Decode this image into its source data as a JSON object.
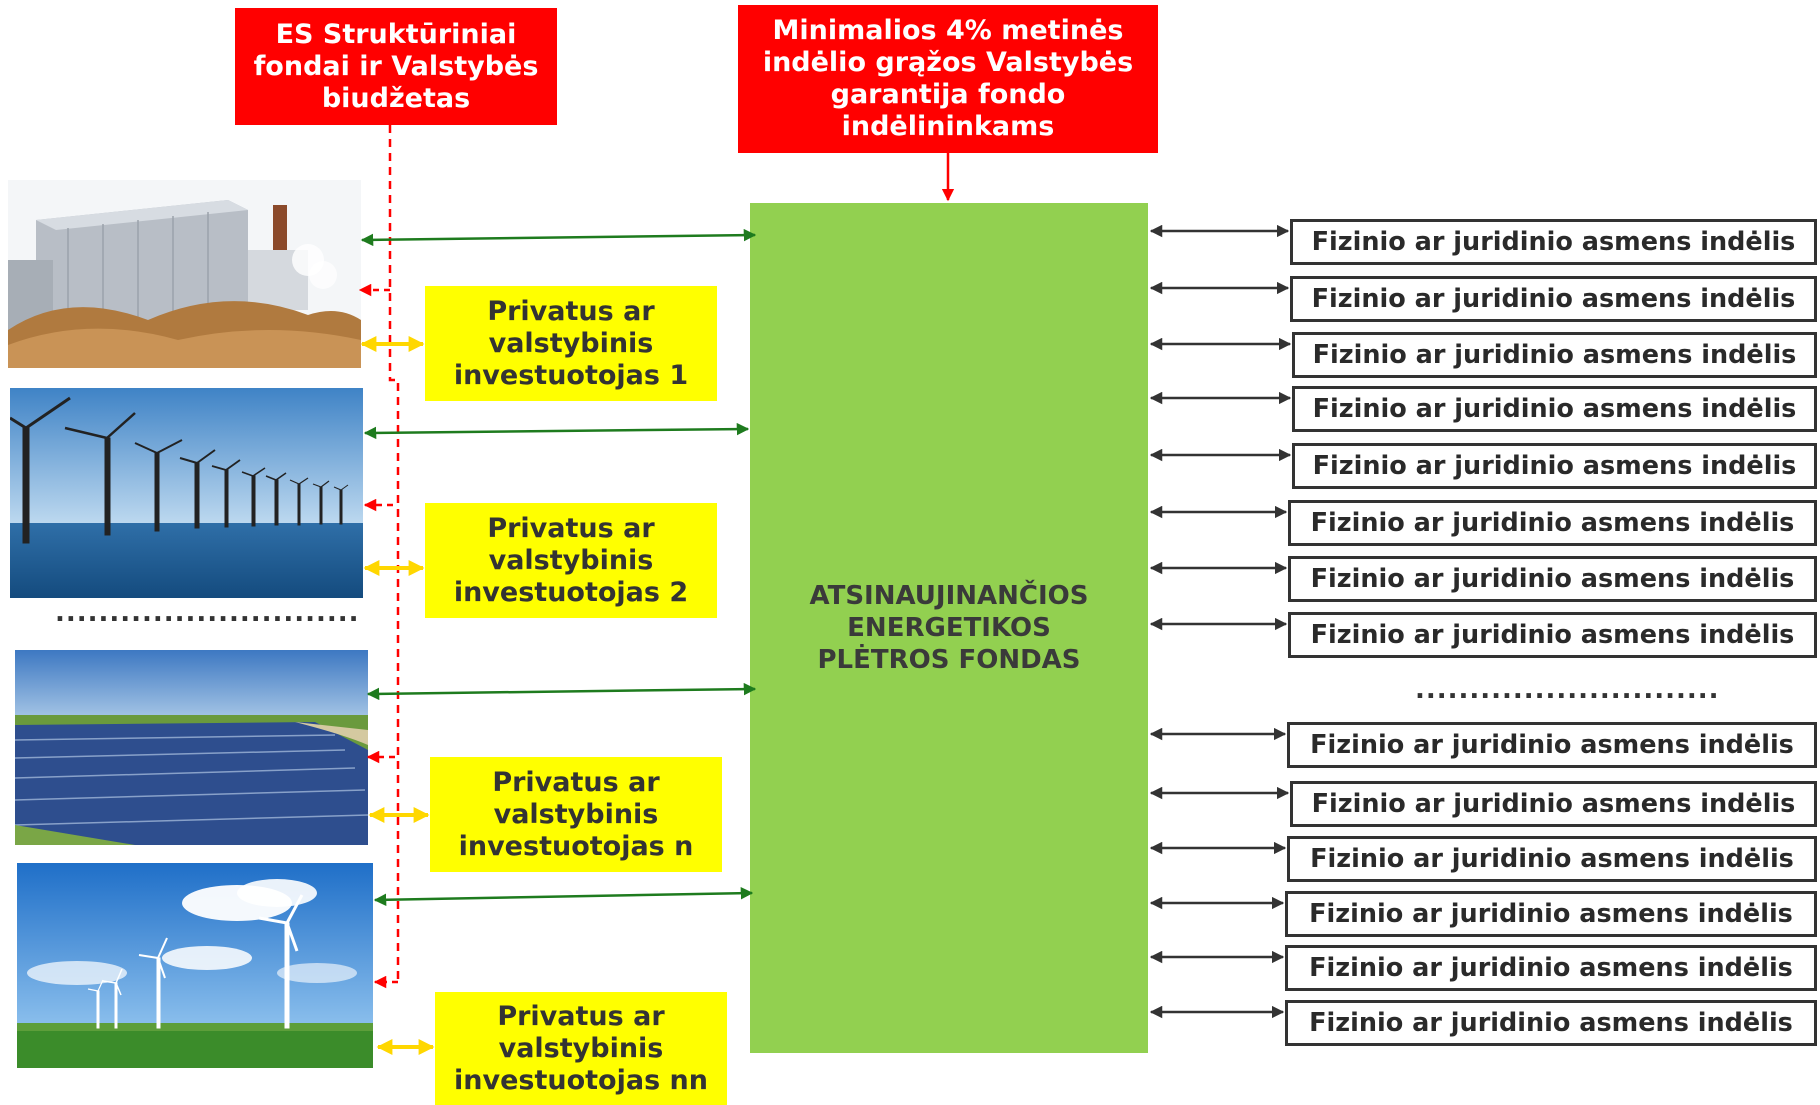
{
  "top_left_box": [
    "ES Struktūriniai",
    "fondai ir Valstybės",
    "biudžetas"
  ],
  "top_center_box": [
    "Minimalios 4% metinės",
    "indėlio grąžos Valstybės",
    "garantija  fondo",
    "indėlininkams"
  ],
  "fund_box": [
    "ATSINAUJINANČIOS",
    "ENERGETIKOS",
    "PLĖTROS FONDAS"
  ],
  "investors": [
    [
      "Privatus ar",
      "valstybinis",
      "investuotojas 1"
    ],
    [
      "Privatus ar",
      "valstybinis",
      "investuotojas 2"
    ],
    [
      "Privatus ar",
      "valstybinis",
      "investuotojas n"
    ],
    [
      "Privatus ar",
      "valstybinis",
      "investuotojas nn"
    ]
  ],
  "deposit_label": "Fizinio ar juridinio asmens indėlis",
  "deposits_top_count": 8,
  "deposits_bottom_count": 6,
  "left_ellipsis": "............................",
  "right_ellipsis": "............................",
  "photos": [
    "biomass-plant-photo",
    "offshore-wind-farm-photo",
    "solar-farm-photo",
    "onshore-wind-farm-photo"
  ],
  "colors": {
    "red": "#ff0000",
    "yellow": "#ffff00",
    "green": "#92d050",
    "arrow_green": "#1e7b1e",
    "arrow_yellow": "#ffd700",
    "arrow_dark": "#333333"
  }
}
